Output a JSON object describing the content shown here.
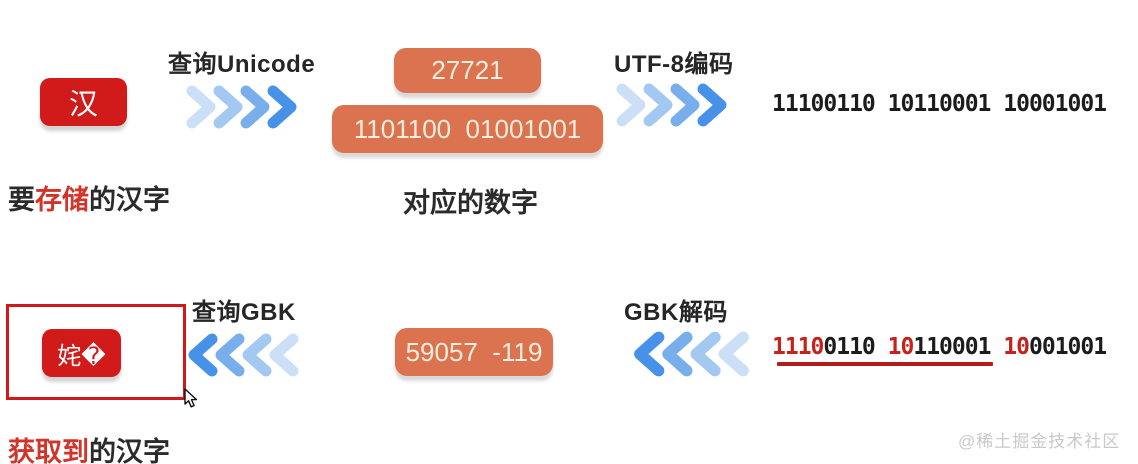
{
  "colors": {
    "chevron_1": "#cbdff7",
    "chevron_2": "#a3c9f2",
    "chevron_3": "#78aeec",
    "chevron_4": "#4792e8",
    "box_red": "#d11a1a",
    "box_orange": "#dc7350",
    "accent_red": "#d2342a",
    "underline_red": "#b51d1d"
  },
  "top": {
    "source_char": "汉",
    "query_label": "查询Unicode",
    "unicode_decimal": "27721",
    "unicode_binary": "1101100  01001001",
    "encode_label": "UTF-8编码",
    "utf8_binary": "11100110 10110001 10001001",
    "caption": {
      "pre": "要",
      "highlight": "存储",
      "post": "的汉字"
    },
    "number_caption": "对应的数字"
  },
  "bottom": {
    "result_char": "姹�",
    "query_label": "查询GBK",
    "gbk_values": "59057  -119",
    "decode_label": "GBK解码",
    "bytes": [
      {
        "red": "1110",
        "black": "0110"
      },
      {
        "red": "10",
        "black": "110001"
      },
      {
        "red": "10",
        "black": "001001"
      }
    ],
    "caption": {
      "highlight": "获取到",
      "post": "的汉字"
    }
  },
  "watermark": "@稀土掘金技术社区"
}
